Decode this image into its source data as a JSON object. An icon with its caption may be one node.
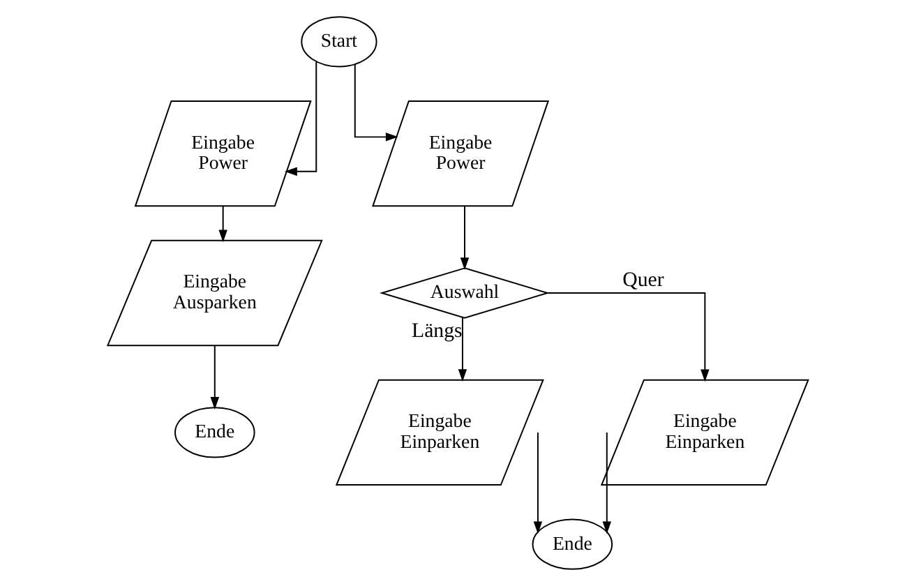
{
  "diagram": {
    "nodes": [
      {
        "text": [
          "Start"
        ]
      },
      {
        "text": [
          "Eingabe Power"
        ]
      },
      {
        "text": [
          "Eingabe Ausparken"
        ]
      },
      {
        "text": [
          "Ende"
        ]
      },
      {
        "text": [
          "Eingabe Power"
        ]
      },
      {
        "text": [
          "Auswahl"
        ]
      },
      {
        "text": [
          "Eingabe Einparken"
        ]
      },
      {
        "text": [
          "Eingabe Einparken"
        ]
      },
      {
        "text": [
          "Ende"
        ]
      }
    ],
    "edges": [
      {
        "from": 0,
        "to": 1,
        "arrow": "to"
      },
      {
        "from": 1,
        "to": 2,
        "arrow": "to"
      },
      {
        "from": 2,
        "to": 3,
        "arrow": "to"
      },
      {
        "from": 0,
        "to": 4,
        "arrow": "to"
      },
      {
        "from": 4,
        "to": 5,
        "arrow": "to"
      },
      {
        "from": 5,
        "to": 6,
        "arrow": "to",
        "label": "Längs"
      },
      {
        "from": 5,
        "to": 7,
        "arrow": "to",
        "label": "Quer"
      },
      {
        "from": 6,
        "to": 8,
        "arrow": "to"
      },
      {
        "from": 7,
        "to": 8,
        "arrow": "to"
      }
    ]
  }
}
